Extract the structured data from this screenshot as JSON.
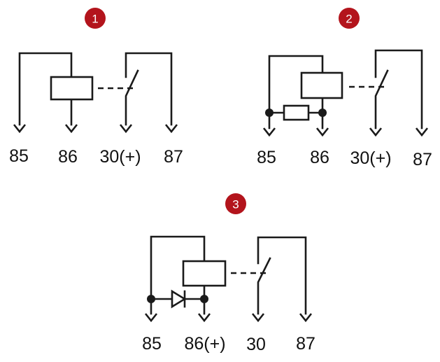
{
  "colors": {
    "badge": "#b3141c",
    "line": "#1a1a1a"
  },
  "diagrams": [
    {
      "badge": "1",
      "pins": [
        "85",
        "86",
        "30(+)",
        "87"
      ]
    },
    {
      "badge": "2",
      "pins": [
        "85",
        "86",
        "30(+)",
        "87"
      ],
      "suppressor": "resistor-icon"
    },
    {
      "badge": "3",
      "pins": [
        "85",
        "86(+)",
        "30",
        "87"
      ],
      "suppressor": "diode-icon"
    }
  ]
}
